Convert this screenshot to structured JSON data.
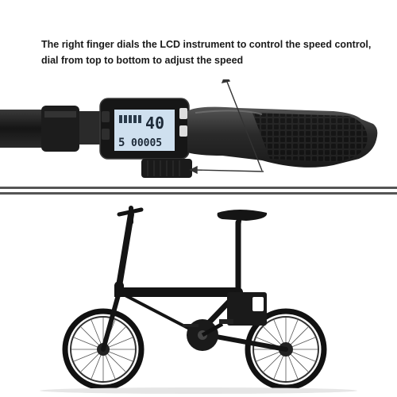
{
  "caption": {
    "line1": "The right finger dials the LCD instrument to control the speed control,",
    "line2": "dial from top to bottom to adjust the speed"
  },
  "lcd": {
    "speed_value": "40",
    "gear_value": "5",
    "odometer_value": "00005"
  },
  "colors": {
    "background": "#ffffff",
    "grip": "#2b2b2b",
    "lcd_screen": "#cfe0ef",
    "divider": "#555555"
  }
}
